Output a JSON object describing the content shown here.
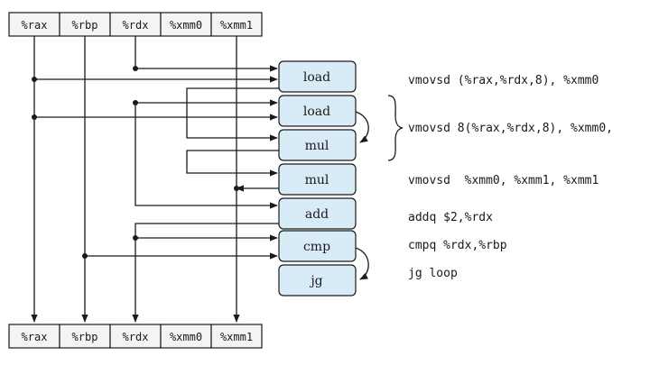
{
  "registers": [
    "%rax",
    "%rbp",
    "%rdx",
    "%xmm0",
    "%xmm1"
  ],
  "operations": [
    "load",
    "load",
    "mul",
    "mul",
    "add",
    "cmp",
    "jg"
  ],
  "instructions": [
    "vmovsd (%rax,%rdx,8), %xmm0",
    "vmovsd 8(%rax,%rdx,8), %xmm0,",
    "vmovsd  %xmm0, %xmm1, %xmm1",
    "addq $2,%rdx",
    "cmpq %rdx,%rbp",
    "jg loop"
  ]
}
